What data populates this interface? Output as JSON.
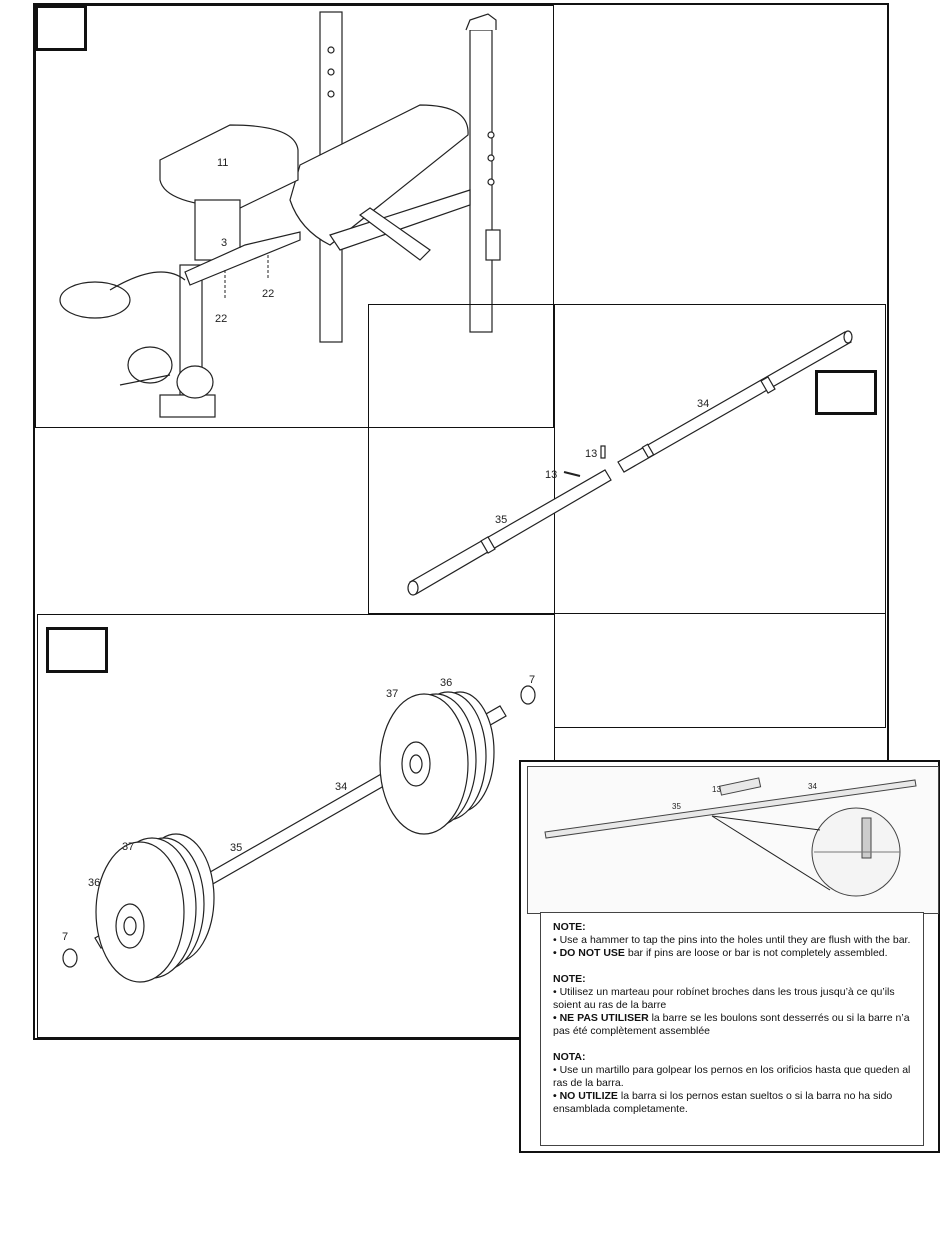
{
  "steps": {
    "bench": {
      "step_number": "",
      "labels": {
        "seat": "11",
        "bracket": "3",
        "bolt_a": "22",
        "bolt_b": "22"
      }
    },
    "bar": {
      "step_number": "",
      "labels": {
        "pin_a": "13",
        "pin_b": "13",
        "upper_bar": "34",
        "lower_bar": "35"
      }
    },
    "weights": {
      "step_number": "",
      "labels": {
        "clip_right": "7",
        "plate37_right": "37",
        "plate36_right": "36",
        "bar34": "34",
        "bar35": "35",
        "plate37_left": "37",
        "plate36_left": "36",
        "clip_left": "7"
      }
    }
  },
  "inset": {
    "labels": {
      "pin": "13",
      "bar34": "34",
      "bar35": "35"
    }
  },
  "notes": {
    "en": {
      "heading": "NOTE:",
      "line1": "• Use a hammer to tap the pins into the holes until they are flush with the bar.",
      "line2_bold": "• DO NOT USE",
      "line2_rest": " bar if pins are loose or bar is not completely assembled."
    },
    "fr": {
      "heading": "NOTE:",
      "line1": "• Utilisez un marteau pour robínet broches dans les trous jusqu’à ce qu’ils soient au ras de la barre",
      "line2_bold": "• NE PAS UTILISER",
      "line2_rest": " la barre se les boulons sont desserrés ou si la barre n’a pas été complètement assemblée"
    },
    "es": {
      "heading": "NOTA:",
      "line1": "• Use un martillo para golpear los pernos en los orificios hasta que queden al ras de la barra.",
      "line2_bold": "• NO UTILIZE",
      "line2_rest": " la barra si los pernos estan sueltos o si la barra no ha sido ensamblada completamente."
    }
  }
}
